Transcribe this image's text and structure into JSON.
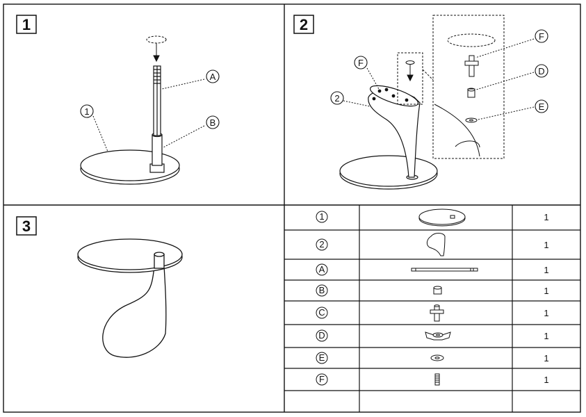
{
  "steps": [
    {
      "number": "1",
      "callouts": [
        "1",
        "A",
        "B"
      ]
    },
    {
      "number": "2",
      "callouts": [
        "F",
        "2",
        "F",
        "D",
        "E"
      ]
    },
    {
      "number": "3"
    }
  ],
  "parts_table": {
    "rows": [
      {
        "id": "1",
        "icon": "glass-base-plate-icon",
        "qty": "1"
      },
      {
        "id": "2",
        "icon": "curved-column-icon",
        "qty": "1"
      },
      {
        "id": "A",
        "icon": "threaded-rod-icon",
        "qty": "1"
      },
      {
        "id": "B",
        "icon": "nut-icon",
        "qty": "1"
      },
      {
        "id": "C",
        "icon": "t-connector-icon",
        "qty": "1"
      },
      {
        "id": "D",
        "icon": "wing-nut-icon",
        "qty": "1"
      },
      {
        "id": "E",
        "icon": "washer-icon",
        "qty": "1"
      },
      {
        "id": "F",
        "icon": "screw-icon",
        "qty": "1"
      }
    ]
  },
  "colors": {
    "line": "#111111",
    "background": "#ffffff"
  }
}
